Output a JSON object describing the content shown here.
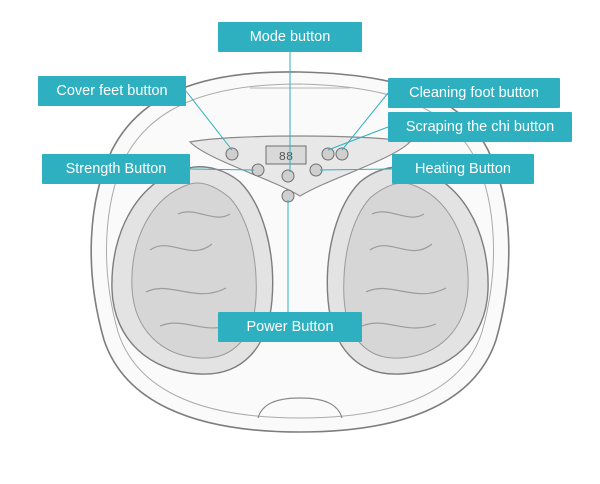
{
  "colors": {
    "accent": "#2fb0c0",
    "label_text": "#ffffff",
    "sketch_line": "#8a8a8a",
    "sketch_fill": "#f4f4f4"
  },
  "labels": {
    "mode": "Mode button",
    "cover_feet": "Cover feet button",
    "cleaning_foot": "Cleaning foot button",
    "scraping_chi": "Scraping the chi button",
    "strength": "Strength Button",
    "heating": "Heating Button",
    "power": "Power Button"
  },
  "device": {
    "display_text": "88"
  }
}
